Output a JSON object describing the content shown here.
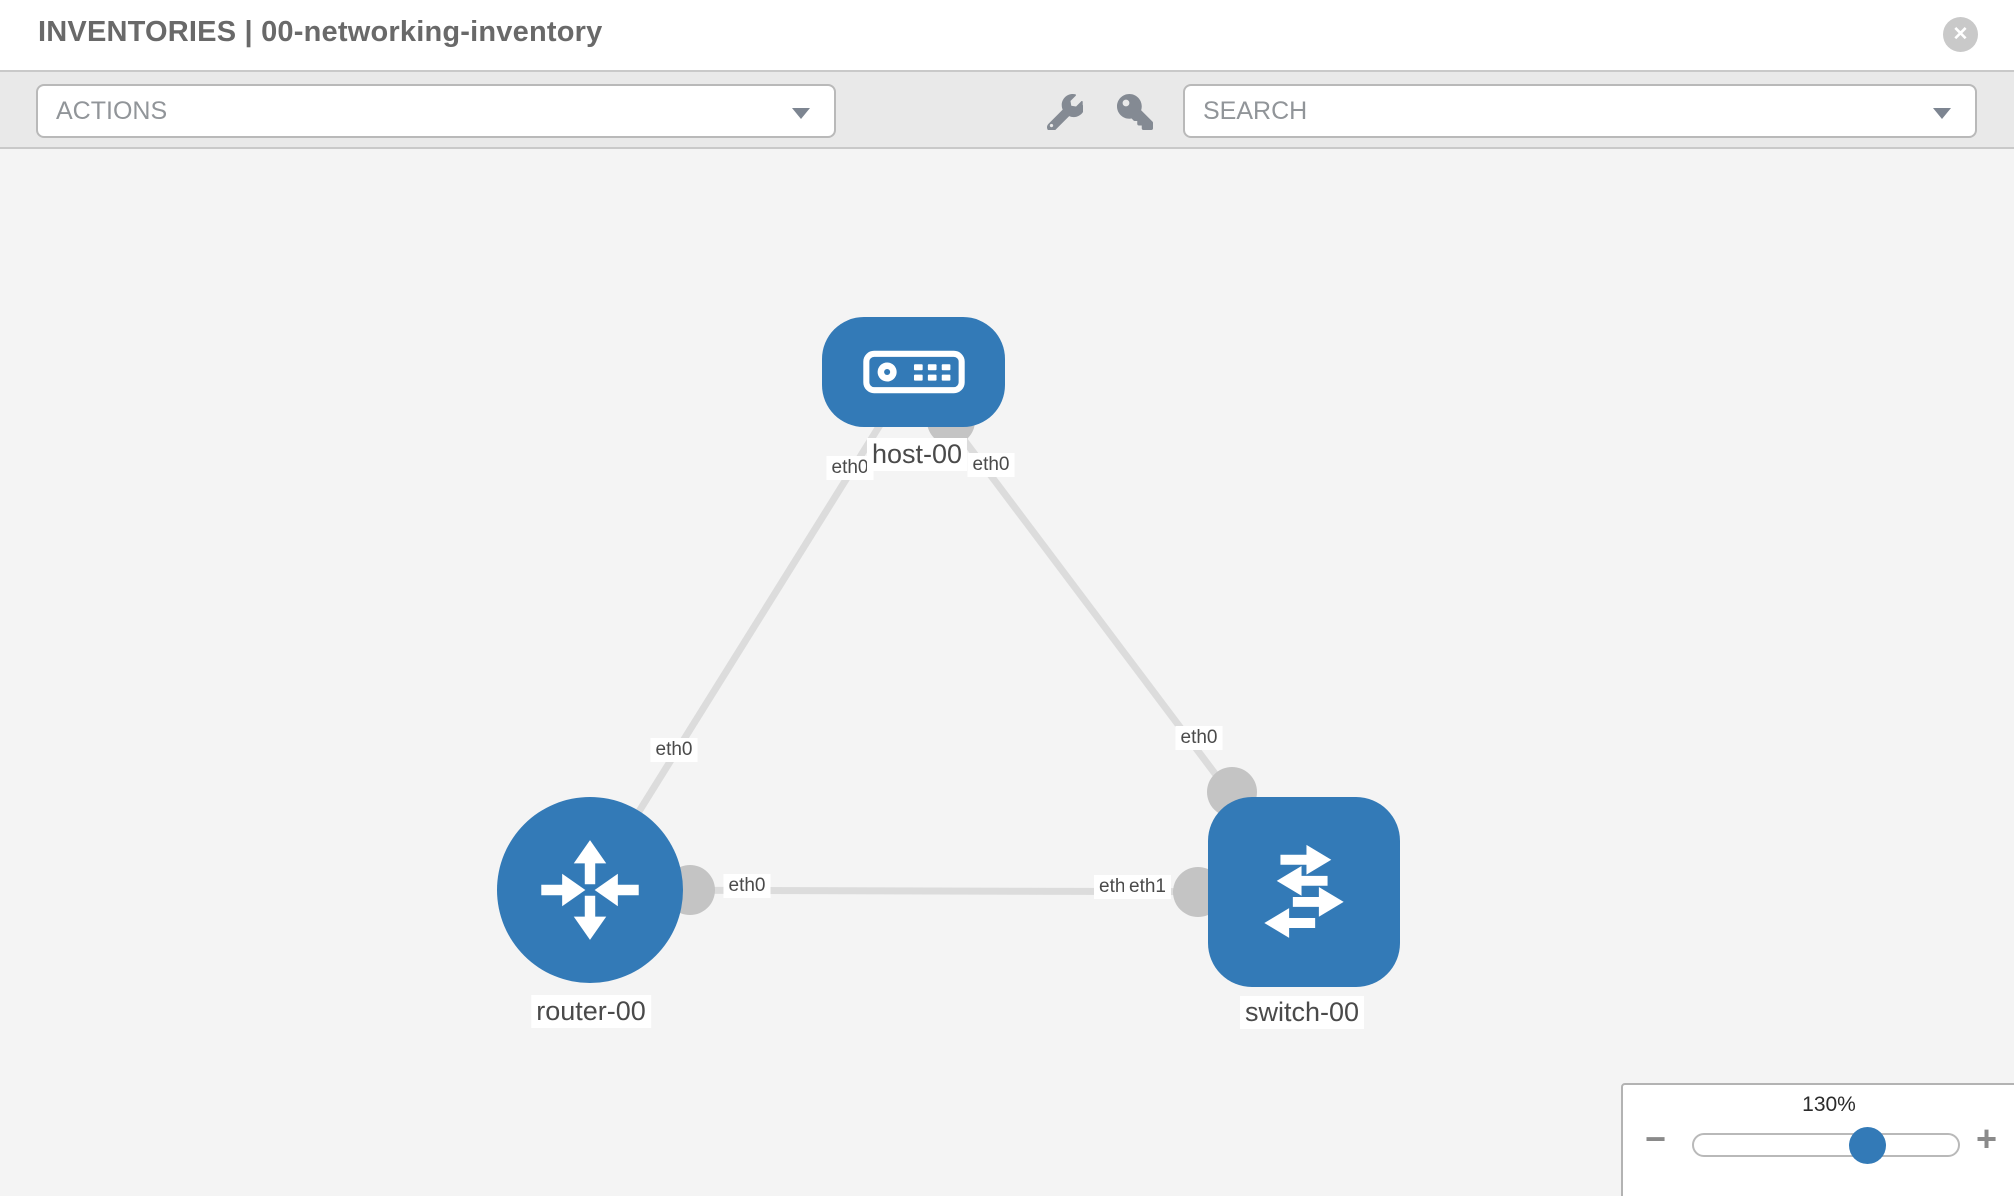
{
  "header": {
    "title": "INVENTORIES | 00-networking-inventory",
    "close_glyph": "✕"
  },
  "toolbar": {
    "actions_placeholder": "ACTIONS",
    "search_placeholder": "SEARCH",
    "icons": [
      "wrench-icon",
      "key-icon"
    ]
  },
  "topology": {
    "nodes": {
      "host": {
        "label": "host-00",
        "type": "host"
      },
      "router": {
        "label": "router-00",
        "type": "router"
      },
      "switch": {
        "label": "switch-00",
        "type": "switch"
      }
    },
    "interfaces": {
      "host_left": "eth0",
      "host_right": "eth0",
      "router_diagonal": "eth0",
      "switch_diagonal": "eth0",
      "router_horizontal": "eth0",
      "switch_horizontal_back": "eth0",
      "switch_horizontal_front": "eth1"
    },
    "links": [
      {
        "from": "host-00",
        "to": "router-00"
      },
      {
        "from": "host-00",
        "to": "switch-00"
      },
      {
        "from": "router-00",
        "to": "switch-00"
      }
    ]
  },
  "zoom_control": {
    "value": "130%",
    "minus_glyph": "−",
    "plus_glyph": "+"
  },
  "colors": {
    "node_blue": "#337ab7",
    "link_gray": "#dcdcdc",
    "connector_gray": "#c4c4c4",
    "canvas_bg": "#f4f4f4"
  }
}
